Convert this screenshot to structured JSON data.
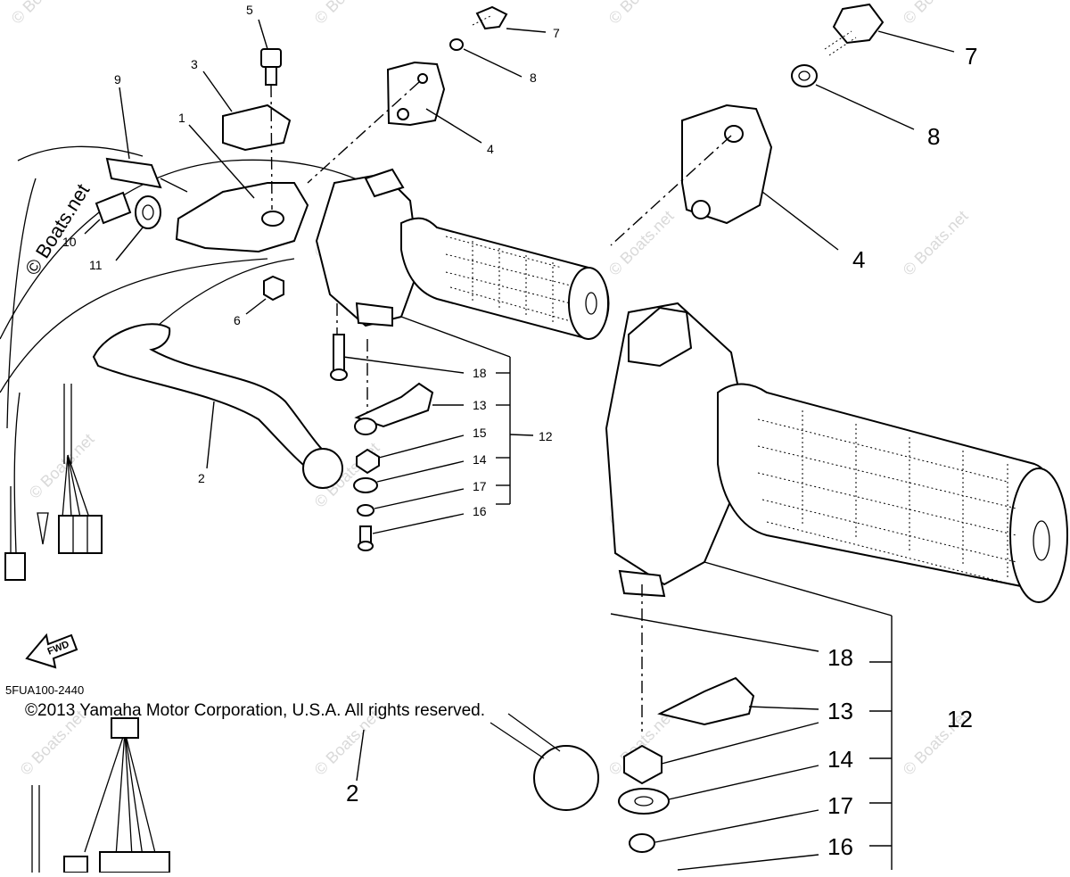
{
  "diagram": {
    "part_number_code": "5FUA100-2440",
    "copyright": "©2013 Yamaha Motor Corporation, U.S.A. All rights reserved.",
    "watermark_text": "© Boats.net",
    "direction_marker": "FWD",
    "small_labels": {
      "l1": "1",
      "l2": "2",
      "l3": "3",
      "l4": "4",
      "l5": "5",
      "l6": "6",
      "l7": "7",
      "l8": "8",
      "l9": "9",
      "l10": "10",
      "l11": "11",
      "l12": "12",
      "l13": "13",
      "l14": "14",
      "l15": "15",
      "l16": "16",
      "l17": "17",
      "l18": "18"
    },
    "large_labels": {
      "l2": "2",
      "l4": "4",
      "l7": "7",
      "l8": "8",
      "l12": "12",
      "l13": "13",
      "l14": "14",
      "l16": "16",
      "l17": "17",
      "l18": "18"
    },
    "colors": {
      "line": "#000000",
      "watermark": "#d9d9d9",
      "background": "#ffffff"
    }
  }
}
